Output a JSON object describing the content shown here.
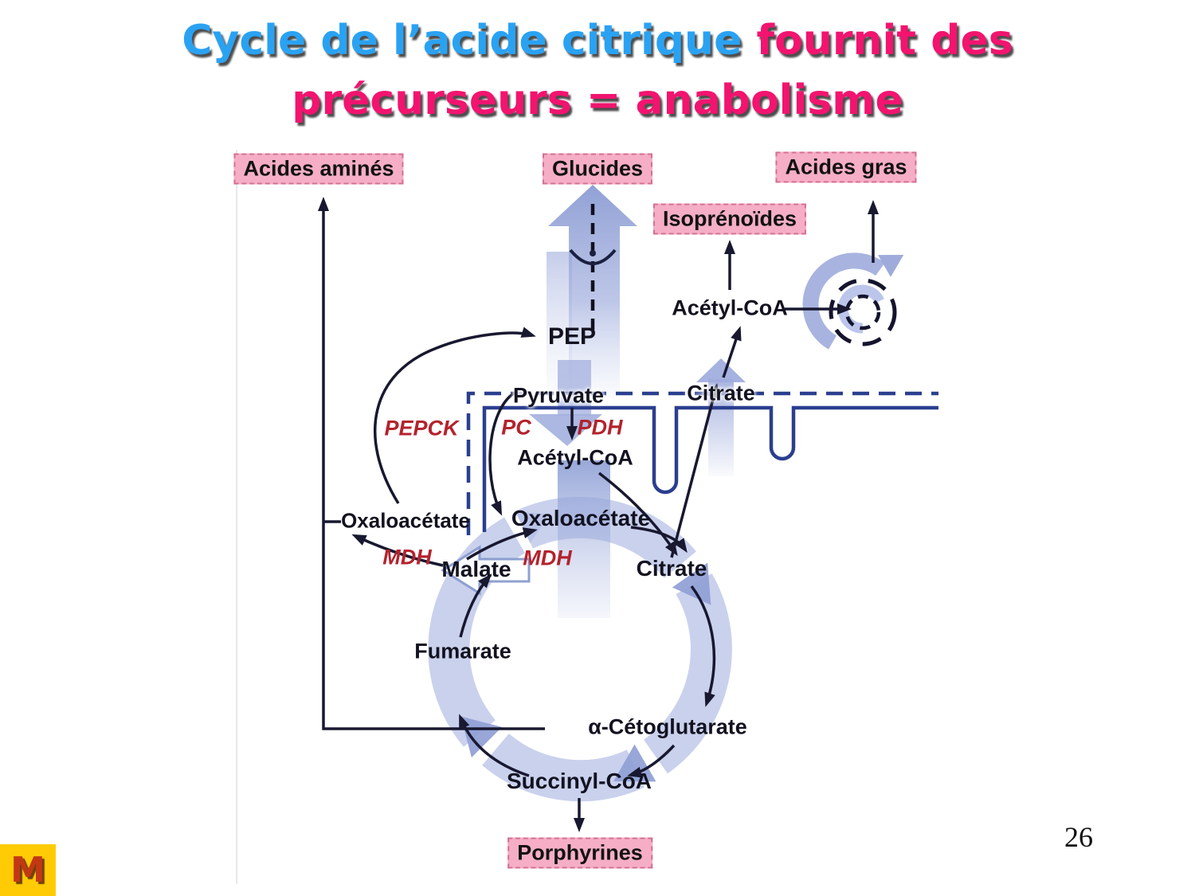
{
  "title": {
    "line1_blue": "Cycle de l’acide citrique",
    "line1_pink": " fournit des",
    "line2": "précurseurs = anabolisme"
  },
  "slide": {
    "page_number": "26",
    "logo_letter": "M"
  },
  "boxes": {
    "amino_acids": "Acides aminés",
    "carbohydrates": "Glucides",
    "fatty_acids": "Acides gras",
    "isoprenoids": "Isoprénoïdes",
    "porphyrins": "Porphyrines"
  },
  "metabolites": {
    "pep": "PEP",
    "pyruvate": "Pyruvate",
    "citrate_membrane": "Citrate",
    "acetyl_coa_matrix": "Acétyl-CoA",
    "acetyl_coa_cytosol": "Acétyl-CoA",
    "oxaloacetate_cytosol": "Oxaloacétate",
    "oxaloacetate_matrix": "Oxaloacétate",
    "malate": "Malate",
    "citrate_cycle": "Citrate",
    "fumarate": "Fumarate",
    "alpha_ketoglutarate": "α-Cétoglutarate",
    "succinyl_coa": "Succinyl-CoA"
  },
  "enzymes": {
    "pepck": "PEPCK",
    "pc": "PC",
    "pdh": "PDH",
    "mdh_cytosol": "MDH",
    "mdh_matrix": "MDH"
  },
  "colors": {
    "title_blue": "#2AA2F2",
    "title_pink": "#F2146F",
    "box_pink": "#F5AEC5",
    "membrane_navy": "#2B3F8F",
    "enzyme_red": "#B3232D",
    "cycle_periwinkle": "#9AA7D9",
    "logo_gold": "#FFCB05",
    "logo_red": "#C33814"
  }
}
